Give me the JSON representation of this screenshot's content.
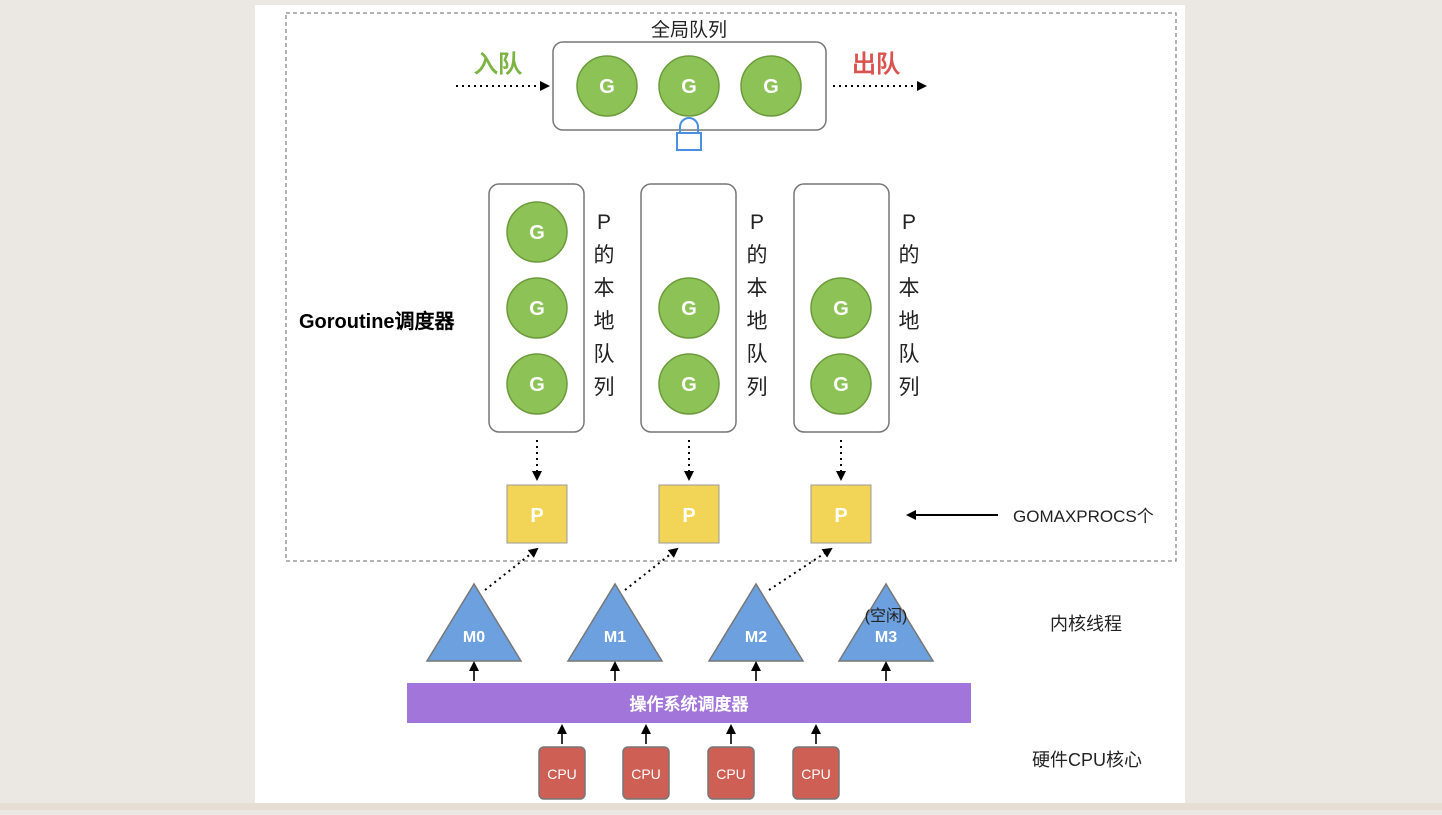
{
  "global_queue": {
    "title": "全局队列",
    "enqueue_label": "入队",
    "dequeue_label": "出队",
    "goroutine_label": "G",
    "goroutine_count": 3
  },
  "scheduler": {
    "title": "Goroutine调度器"
  },
  "processors": [
    {
      "queue_label": "P的本地队列",
      "goroutine_label": "G",
      "goroutine_count": 3,
      "p_label": "P"
    },
    {
      "queue_label": "P的本地队列",
      "goroutine_label": "G",
      "goroutine_count": 2,
      "p_label": "P"
    },
    {
      "queue_label": "P的本地队列",
      "goroutine_label": "G",
      "goroutine_count": 2,
      "p_label": "P"
    }
  ],
  "gomaxprocs_label": "GOMAXPROCS个",
  "threads": [
    {
      "label": "M0",
      "note": ""
    },
    {
      "label": "M1",
      "note": ""
    },
    {
      "label": "M2",
      "note": ""
    },
    {
      "label": "M3",
      "note": "(空闲)"
    }
  ],
  "kernel_thread_label": "内核线程",
  "os_scheduler_label": "操作系统调度器",
  "cpus": [
    {
      "label": "CPU"
    },
    {
      "label": "CPU"
    },
    {
      "label": "CPU"
    },
    {
      "label": "CPU"
    }
  ],
  "hardware_cpu_label": "硬件CPU核心",
  "colors": {
    "goroutine": "#8dc257",
    "goroutine_stroke": "#6c9b3c",
    "processor": "#f2d557",
    "thread": "#6da0de",
    "os_scheduler": "#a175d9",
    "cpu": "#cd5f55",
    "enqueue": "#7cb342",
    "dequeue": "#d9534f",
    "lock": "#4a90e2"
  }
}
